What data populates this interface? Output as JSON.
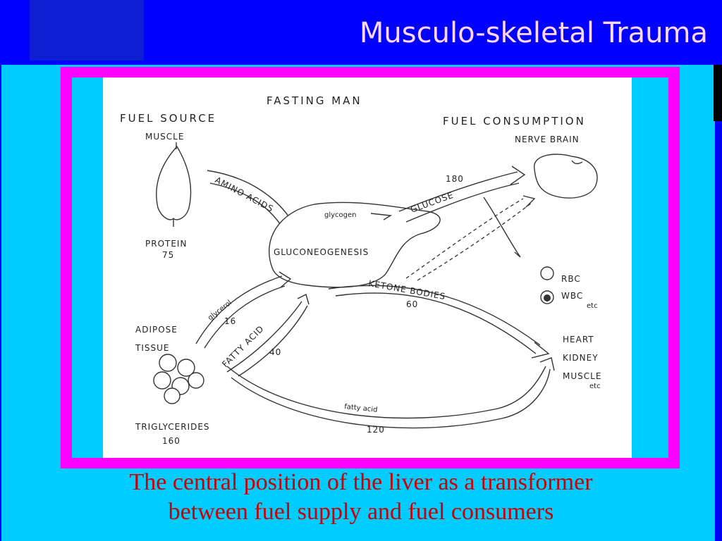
{
  "slide": {
    "title": "Musculo-skeletal Trauma",
    "caption_line1": "The central position of the liver as a transformer",
    "caption_line2": "between fuel supply and fuel consumers"
  },
  "diagram": {
    "heading": "FASTING      MAN",
    "fuel_source": "FUEL  SOURCE",
    "fuel_consumption": "FUEL  CONSUMPTION",
    "muscle": "MUSCLE",
    "protein": "PROTEIN",
    "protein_value": "75",
    "amino_acids": "AMINO ACIDS",
    "glycogen": "glycogen",
    "gluconeogenesis": "GLUCONEOGENESIS",
    "glucose": "GLUCOSE",
    "glucose_value": "180",
    "nerve_brain": "NERVE BRAIN",
    "rbc": "RBC",
    "wbc": "WBC",
    "wbc_etc": "etc",
    "ketone_bodies": "KETONE  BODIES",
    "ketone_value": "60",
    "glycerol": "glycerol",
    "glycerol_value": "16",
    "fatty_acid_caps": "FATTY ACID",
    "fatty_acid_value": "40",
    "adipose": "ADIPOSE",
    "tissue": "TISSUE",
    "heart": "HEART",
    "kidney": "KIDNEY",
    "muscle_consumer": "MUSCLE",
    "muscle_etc": "etc",
    "fatty_acid_lower": "fatty   acid",
    "fatty_acid_lower_value": "120",
    "triglycerides": "TRIGLYCERIDES",
    "triglycerides_value": "160"
  }
}
